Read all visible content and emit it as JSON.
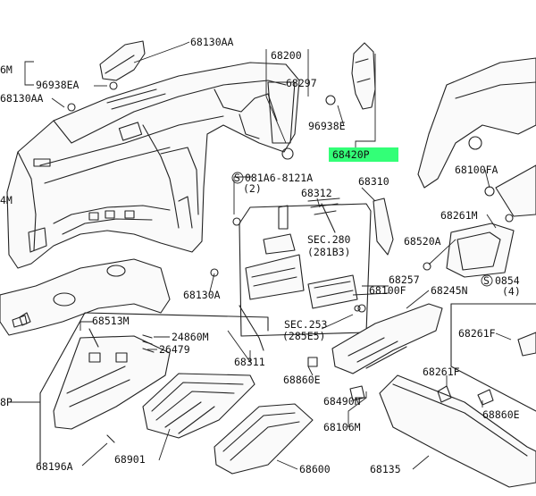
{
  "highlight_color": "#33ff77",
  "labels": [
    {
      "id": "l-6m-top",
      "text": "6M"
    },
    {
      "id": "l-68130aa-top",
      "text": "68130AA"
    },
    {
      "id": "l-68200",
      "text": "68200"
    },
    {
      "id": "l-96938ea",
      "text": "96938EA"
    },
    {
      "id": "l-68297",
      "text": "68297"
    },
    {
      "id": "l-68130aa-left",
      "text": "68130AA"
    },
    {
      "id": "l-96938e",
      "text": "96938E"
    },
    {
      "id": "l-68420p",
      "text": "68420P"
    },
    {
      "id": "l-4m",
      "text": "4M"
    },
    {
      "id": "l-081a6",
      "text": "081A6-8121A"
    },
    {
      "id": "l-081a6-qty",
      "text": "(2)"
    },
    {
      "id": "l-68100fa",
      "text": "68100FA"
    },
    {
      "id": "l-68312",
      "text": "68312"
    },
    {
      "id": "l-68310",
      "text": "68310"
    },
    {
      "id": "l-68261m",
      "text": "68261M"
    },
    {
      "id": "l-sec280",
      "text": "SEC.280"
    },
    {
      "id": "l-281b3",
      "text": "(281B3)"
    },
    {
      "id": "l-68520a",
      "text": "68520A"
    },
    {
      "id": "l-0854",
      "text": "0854"
    },
    {
      "id": "l-0854-qty",
      "text": "(4)"
    },
    {
      "id": "l-68257",
      "text": "68257"
    },
    {
      "id": "l-68100f",
      "text": "68100F"
    },
    {
      "id": "l-68245n",
      "text": "68245N"
    },
    {
      "id": "l-68130a",
      "text": "68130A"
    },
    {
      "id": "l-sec253",
      "text": "SEC.253"
    },
    {
      "id": "l-285e5",
      "text": "(285E5)"
    },
    {
      "id": "l-68513m",
      "text": "68513M"
    },
    {
      "id": "l-24860m",
      "text": "24860M"
    },
    {
      "id": "l-26479",
      "text": "26479"
    },
    {
      "id": "l-68261f-right",
      "text": "68261F"
    },
    {
      "id": "l-68311",
      "text": "68311"
    },
    {
      "id": "l-68860e-mid",
      "text": "68860E"
    },
    {
      "id": "l-68490n",
      "text": "68490N"
    },
    {
      "id": "l-68261f-bot",
      "text": "68261F"
    },
    {
      "id": "l-8p",
      "text": "8P"
    },
    {
      "id": "l-68860e-right",
      "text": "68860E"
    },
    {
      "id": "l-68106m",
      "text": "68106M"
    },
    {
      "id": "l-68196a",
      "text": "68196A"
    },
    {
      "id": "l-68901",
      "text": "68901"
    },
    {
      "id": "l-68600",
      "text": "68600"
    },
    {
      "id": "l-68135",
      "text": "68135"
    },
    {
      "id": "l-s-symbol-1",
      "text": "S"
    },
    {
      "id": "l-s-symbol-2",
      "text": "S"
    }
  ]
}
